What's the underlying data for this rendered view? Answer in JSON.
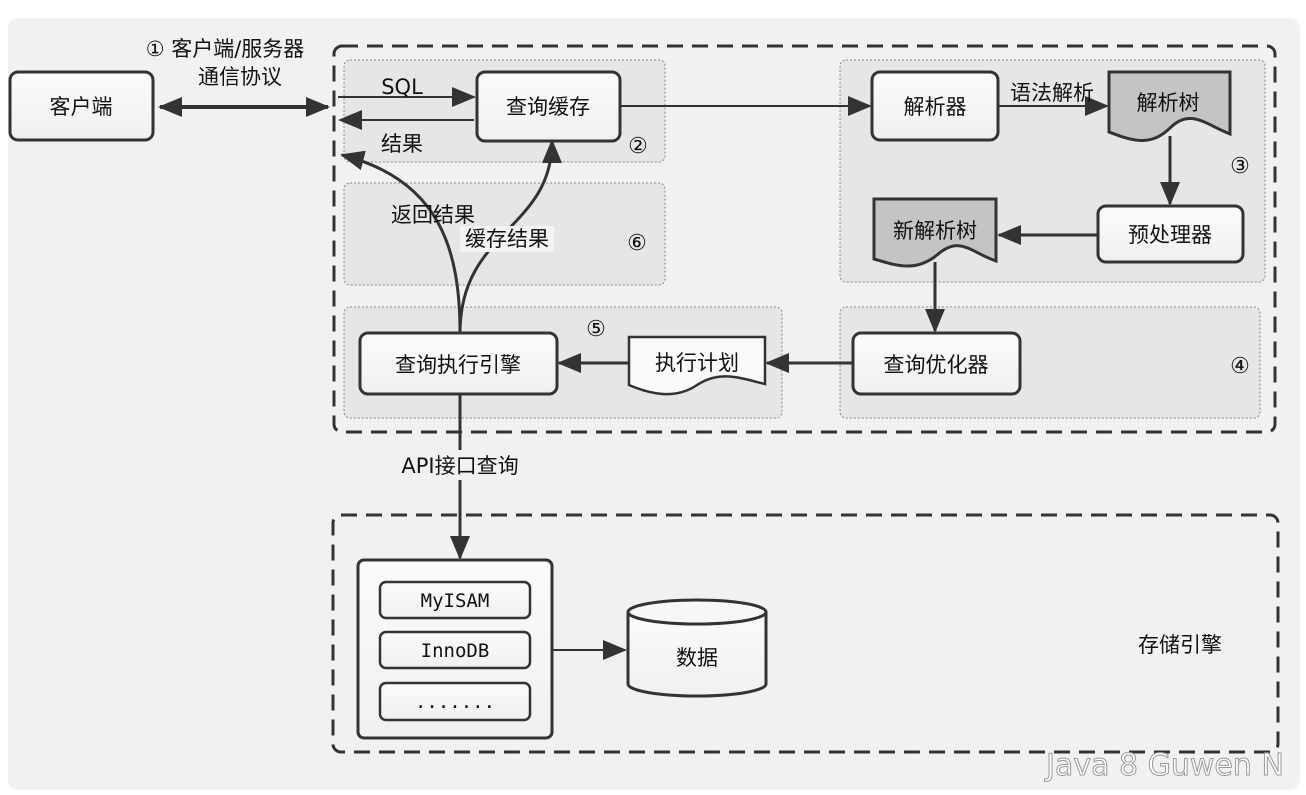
{
  "client": {
    "label": "客户端"
  },
  "protocol": {
    "line1": "① 客户端/服务器",
    "line2": "通信协议"
  },
  "cache_group": {
    "sql_label": "SQL",
    "result_label": "结果",
    "cache_box": "查询缓存",
    "step": "②"
  },
  "result_group": {
    "return_label": "返回结果",
    "cache_result_label": "缓存结果",
    "step": "⑥"
  },
  "parse_group": {
    "parser": "解析器",
    "syntax_label": "语法解析",
    "parse_tree": "解析树",
    "preprocessor": "预处理器",
    "new_parse_tree": "新解析树",
    "step": "③"
  },
  "optimize_group": {
    "optimizer": "查询优化器",
    "step": "④"
  },
  "execute_group": {
    "engine": "查询执行引擎",
    "plan": "执行计划",
    "step": "⑤"
  },
  "api_label": "API接口查询",
  "storage": {
    "engines": [
      "MyISAM",
      "InnoDB",
      "......."
    ],
    "data": "数据",
    "label": "存储引擎"
  },
  "watermark": "Java 8 Guwen N",
  "colors": {
    "background": "#f1f1f1",
    "group_fill": "#e6e6e6",
    "doc_fill": "#c4c4c4",
    "stroke": "#333333"
  }
}
